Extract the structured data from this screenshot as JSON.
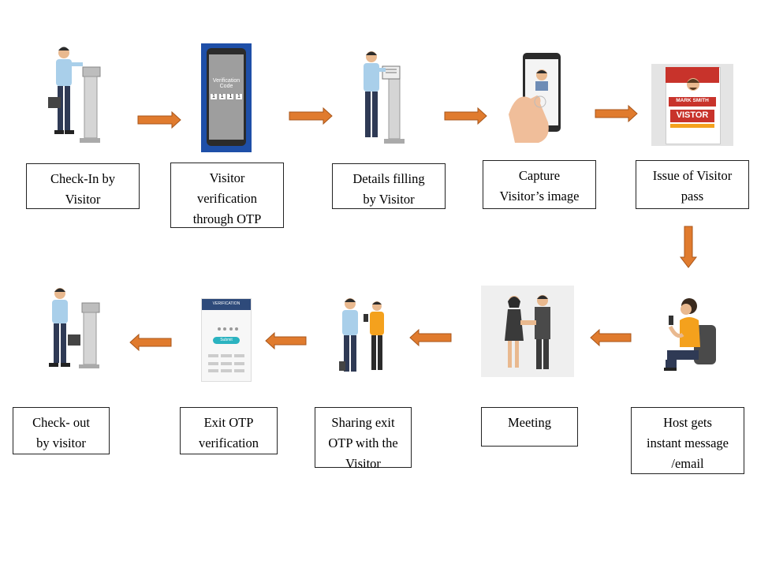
{
  "colors": {
    "arrow": "#E07B2E",
    "arrow_edge": "#A8561A",
    "box_border": "#222222",
    "phone_blue": "#1E4FA8",
    "shirt_blue": "#A9CFEA",
    "shirt_orange": "#F4A11D",
    "pass_red": "#C8332B"
  },
  "phone_otp": {
    "title": "Verification Code",
    "digits": [
      "1",
      "1",
      "1",
      "1"
    ]
  },
  "pass_card": {
    "name": "MARK SMITH",
    "role": "VISTOR"
  },
  "otp_screen": {
    "header": "VERIFICATION",
    "button": "Submit"
  },
  "steps": [
    {
      "id": "checkin",
      "label": "Check-In by\nVisitor"
    },
    {
      "id": "otp-verify",
      "label": "Visitor\nverification\nthrough OTP"
    },
    {
      "id": "details",
      "label": "Details  filling\nby Visitor"
    },
    {
      "id": "capture",
      "label": "Capture\nVisitor’s image"
    },
    {
      "id": "pass",
      "label": "Issue of Visitor\npass"
    },
    {
      "id": "host",
      "label": "Host gets\ninstant message\n/email"
    },
    {
      "id": "meeting",
      "label": "Meeting"
    },
    {
      "id": "share-otp",
      "label": "Sharing exit\nOTP with  the\nVisitor"
    },
    {
      "id": "exit-otp",
      "label": "Exit  OTP\nverification"
    },
    {
      "id": "checkout",
      "label": "Check- out\nby visitor"
    }
  ]
}
